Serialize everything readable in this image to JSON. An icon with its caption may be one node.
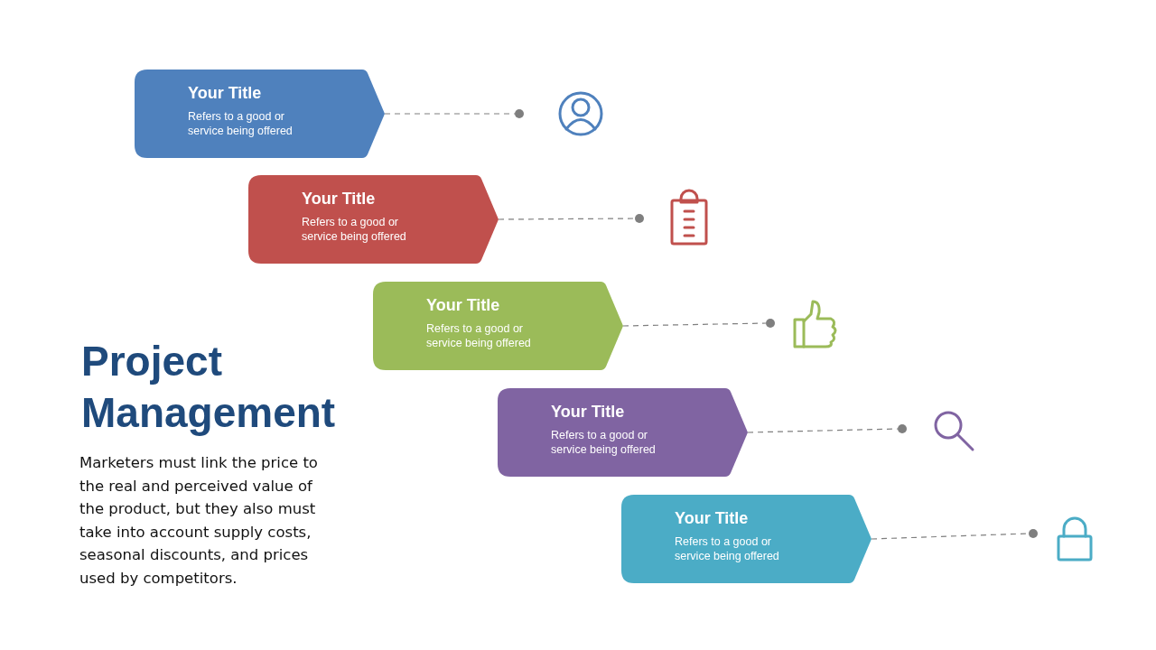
{
  "diagram": {
    "title": "Project Management",
    "nodes": [
      {
        "text": [
          "Your Title",
          "Refers to a good or service being offered"
        ]
      },
      {
        "text": [],
        "shape": "circle"
      },
      {
        "text": [
          "Your Title",
          "Refers to a good or service being offered"
        ]
      },
      {
        "text": [],
        "shape": "circle"
      },
      {
        "text": [
          "Your Title",
          "Refers to a good or service being offered"
        ]
      },
      {
        "text": [],
        "shape": "circle"
      },
      {
        "text": [
          "Your Title",
          "Refers to a good or service being offered"
        ]
      },
      {
        "text": [],
        "shape": "circle"
      },
      {
        "text": [
          "Your Title",
          "Refers to a good or service being offered"
        ]
      },
      {
        "text": [],
        "shape": "circle"
      }
    ],
    "edges": [
      {
        "from": 0,
        "to": 1,
        "arrow": "none",
        "style": "dashed"
      },
      {
        "from": 2,
        "to": 3,
        "arrow": "none",
        "style": "dashed"
      },
      {
        "from": 4,
        "to": 5,
        "arrow": "none",
        "style": "dashed"
      },
      {
        "from": 6,
        "to": 7,
        "arrow": "none",
        "style": "dashed"
      },
      {
        "from": 8,
        "to": 9,
        "arrow": "none",
        "style": "dashed"
      }
    ],
    "labels": [
      "Marketers must link the price to the real and perceived value of the product, but they also must take into account supply costs, seasonal discounts, and prices used by competitors."
    ]
  }
}
